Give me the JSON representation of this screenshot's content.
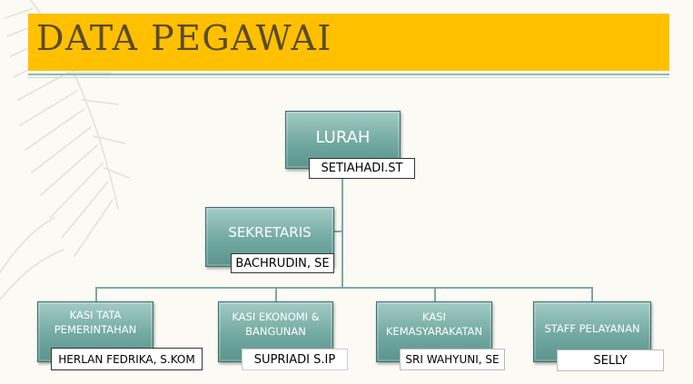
{
  "title": "DATA PEGAWAI",
  "org": {
    "lurah": {
      "title": "LURAH",
      "name": "SETIAHADI.ST"
    },
    "sekretaris": {
      "title": "SEKRETARIS",
      "name": "BACHRUDIN, SE"
    },
    "units": [
      {
        "title": "KASI TATA PEMERINTAHAN",
        "name": "HERLAN FEDRIKA, S.KOM"
      },
      {
        "title": "KASI EKONOMI & BANGUNAN",
        "name": "SUPRIADI S.IP"
      },
      {
        "title": "KASI KEMASYARAKATAN",
        "name": "SRI WAHYUNI, SE"
      },
      {
        "title": "STAFF PELAYANAN",
        "name": "SELLY"
      }
    ]
  },
  "colors": {
    "accent": "#ffc000",
    "box": "#72a9a2",
    "connector": "#7fa8a2"
  }
}
